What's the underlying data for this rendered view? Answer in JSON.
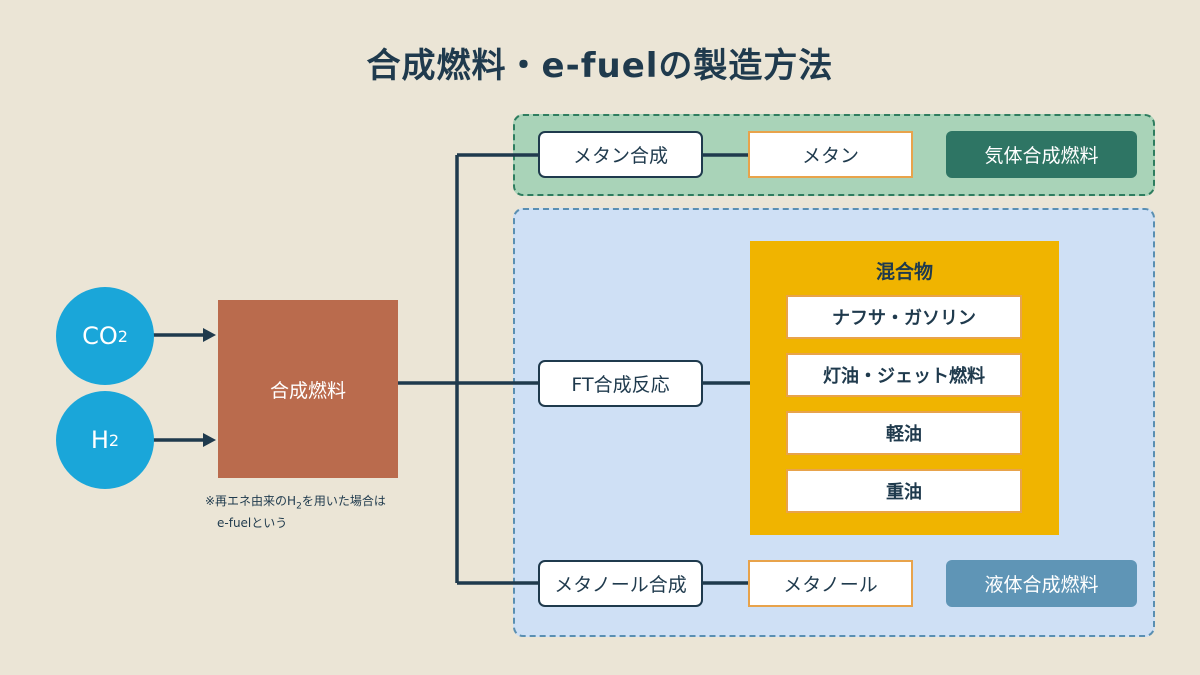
{
  "title": "合成燃料・e-fuelの製造方法",
  "inputs": {
    "co2": {
      "base": "CO",
      "sub": "2"
    },
    "h2": {
      "base": "H",
      "sub": "2"
    }
  },
  "source": {
    "label": "合成燃料"
  },
  "note": {
    "line1_pre": "※再エネ由来のH",
    "line1_sub": "2",
    "line1_post": "を用いた場合は",
    "line2": "e-fuelという"
  },
  "gas": {
    "process": "メタン合成",
    "product": "メタン",
    "category": "気体合成燃料",
    "category_color": "#2e7564"
  },
  "liquid": {
    "ft_process": "FT合成反応",
    "mixture_title": "混合物",
    "mixture_items": [
      "ナフサ・ガソリン",
      "灯油・ジェット燃料",
      "軽油",
      "重油"
    ],
    "methanol_process": "メタノール合成",
    "methanol_product": "メタノール",
    "category": "液体合成燃料",
    "category_color": "#5f95b6"
  },
  "colors": {
    "background": "#ebe5d6",
    "line": "#1f3a4d",
    "circle": "#1aa6d9",
    "source_box": "#ba6b4d",
    "mixture": "#f0b400",
    "product_border": "#e8a34b"
  }
}
